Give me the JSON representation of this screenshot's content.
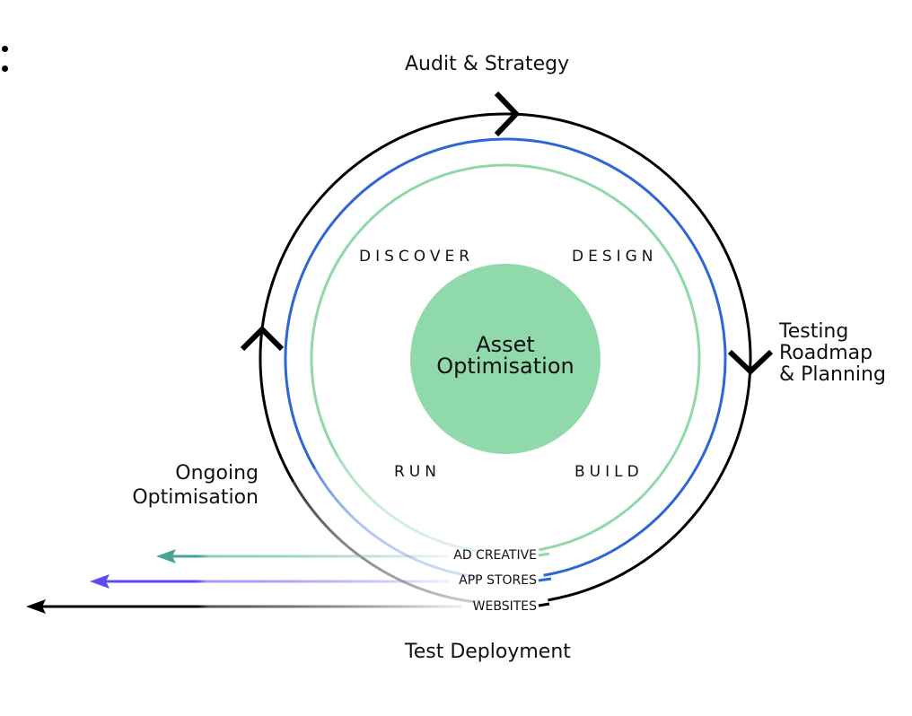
{
  "diagram": {
    "type": "cycle",
    "center": {
      "line1": "Asset",
      "line2": "Optimisation",
      "fill": "#90d9aa"
    },
    "stages": {
      "top": "Audit & Strategy",
      "right_line1": "Testing",
      "right_line2": "Roadmap",
      "right_line3": "& Planning",
      "bottom": "Test Deployment",
      "left_line1": "Ongoing",
      "left_line2": "Optimisation"
    },
    "quadrants": {
      "top_left": "DISCOVER",
      "top_right": "DESIGN",
      "bottom_left": "RUN",
      "bottom_right": "BUILD"
    },
    "channels": [
      {
        "label": "AD CREATIVE",
        "color": "#8fd8a9",
        "arrow_color": "#4aa395"
      },
      {
        "label": "APP STORES",
        "color": "#2f66d4",
        "arrow_color": "#5a4cf0"
      },
      {
        "label": "WEBSITES",
        "color": "#000000",
        "arrow_color": "#000000"
      }
    ],
    "ring_colors": {
      "outer": "#000000",
      "middle": "#2f66d4",
      "inner": "#8fd8a9"
    }
  }
}
